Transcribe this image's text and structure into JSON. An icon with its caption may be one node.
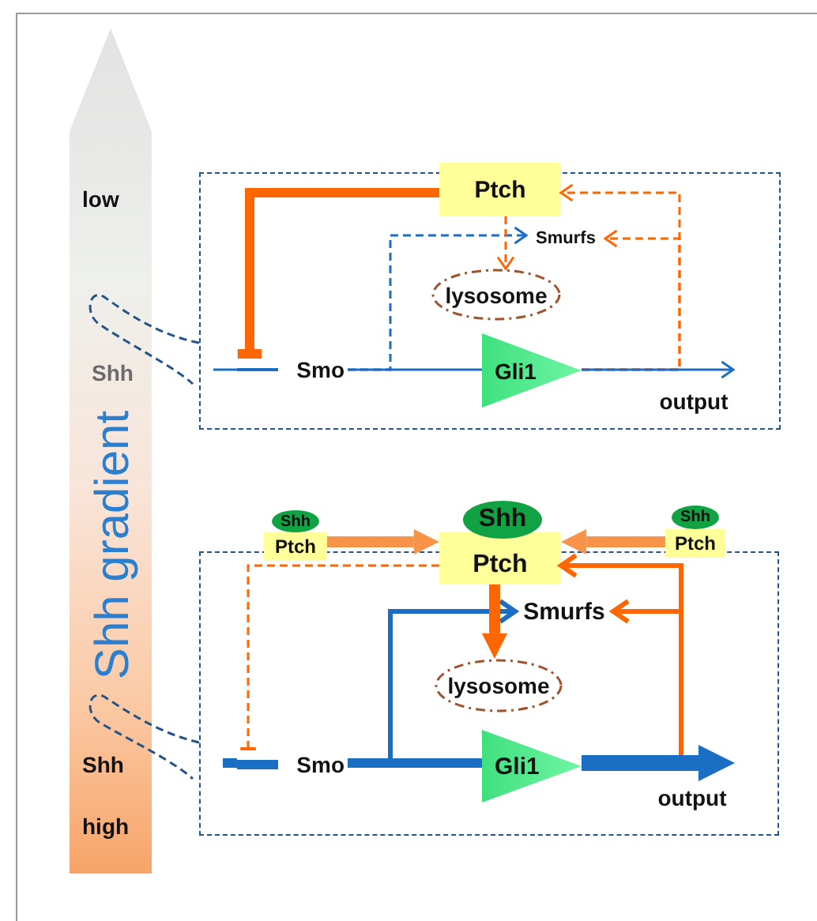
{
  "diagram": {
    "nodes": [
      {
        "text": [
          "low",
          "Shh",
          "Shh gradient",
          "Shh",
          "high"
        ]
      },
      {
        "text": [],
        "shape": "box"
      },
      {
        "text": [
          "Ptch"
        ]
      },
      {
        "text": [
          "Smurfs"
        ],
        "in": 1
      },
      {
        "text": [
          "lysosome"
        ],
        "in": 1
      },
      {
        "text": [
          "Smo"
        ],
        "in": 1
      },
      {
        "text": [
          "Gli1"
        ],
        "in": 1
      },
      {
        "text": [],
        "shape": "box"
      },
      {
        "text": [
          "Shh"
        ]
      },
      {
        "text": [
          "Ptch"
        ]
      },
      {
        "text": [
          "Shh"
        ]
      },
      {
        "text": [
          "Ptch"
        ]
      },
      {
        "text": [
          "Shh"
        ]
      },
      {
        "text": [
          "Ptch"
        ]
      },
      {
        "text": [
          "Smurfs"
        ],
        "in": 7
      },
      {
        "text": [
          "lysosome"
        ],
        "in": 7
      },
      {
        "text": [
          "Smo"
        ],
        "in": 7
      },
      {
        "text": [
          "Gli1"
        ],
        "in": 7
      },
      {
        "text": [
          "output"
        ],
        "in": 1
      },
      {
        "text": [
          "output"
        ],
        "in": 7
      }
    ],
    "edges": [
      {
        "from": null,
        "to": 5,
        "arrow": "none"
      },
      {
        "from": 2,
        "to": 5,
        "arrow": "other",
        "style": "thick",
        "color": "#ff6600"
      },
      {
        "from": 5,
        "to": 6,
        "arrow": "none"
      },
      {
        "from": 6,
        "to": 18,
        "arrow": "to"
      },
      {
        "from": 5,
        "to": 3,
        "arrow": "to",
        "style": "dashed"
      },
      {
        "from": 2,
        "to": 4,
        "arrow": "to",
        "style": "dashed",
        "color": "#ff6600"
      },
      {
        "from": 6,
        "to": 2,
        "arrow": "to",
        "style": "dashed",
        "color": "#ff6600"
      },
      {
        "from": 6,
        "to": 3,
        "arrow": "to",
        "style": "dashed",
        "color": "#ff6600"
      },
      {
        "from": 9,
        "to": 11,
        "arrow": "to",
        "style": "thick",
        "color": "#f7944a"
      },
      {
        "from": 13,
        "to": 11,
        "arrow": "to",
        "style": "thick",
        "color": "#f7944a"
      },
      {
        "from": null,
        "to": 16,
        "arrow": "none",
        "style": "thick"
      },
      {
        "from": 11,
        "to": 16,
        "arrow": "other",
        "style": "dashed",
        "color": "#ff6600"
      },
      {
        "from": 16,
        "to": 17,
        "arrow": "none",
        "style": "thick"
      },
      {
        "from": 17,
        "to": 19,
        "arrow": "to",
        "style": "thick"
      },
      {
        "from": 16,
        "to": 14,
        "arrow": "to"
      },
      {
        "from": 11,
        "to": 15,
        "arrow": "to",
        "style": "thick",
        "color": "#ff6600"
      },
      {
        "from": 17,
        "to": 11,
        "arrow": "to",
        "color": "#ff6600"
      },
      {
        "from": 17,
        "to": 14,
        "arrow": "to",
        "color": "#ff6600"
      }
    ]
  }
}
